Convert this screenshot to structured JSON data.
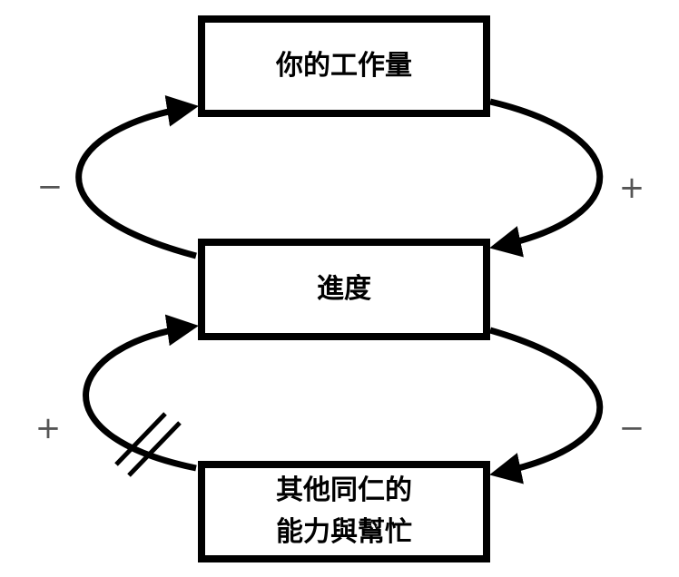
{
  "boxes": {
    "workload": "你的工作量",
    "progress": "進度",
    "help_line1": "其他同仁的",
    "help_line2": "能力與幫忙"
  },
  "links": [
    {
      "from": "進度",
      "to": "你的工作量",
      "polarity": "−"
    },
    {
      "from": "你的工作量",
      "to": "進度",
      "polarity": "+"
    },
    {
      "from": "其他同仁的能力與幫忙",
      "to": "進度",
      "polarity": "+",
      "delay": true
    },
    {
      "from": "進度",
      "to": "其他同仁的能力與幫忙",
      "polarity": "−"
    }
  ],
  "signs": {
    "top_left": "−",
    "top_right": "+",
    "bottom_left": "+",
    "bottom_right": "−"
  }
}
